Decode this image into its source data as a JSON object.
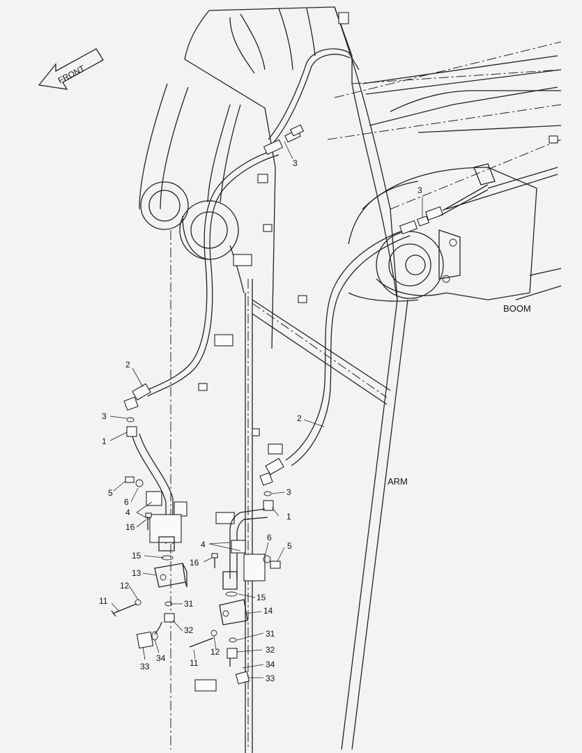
{
  "labels": {
    "front": "FRONT",
    "boom": "BOOM",
    "arm": "ARM"
  },
  "callouts": {
    "c2_left": "2",
    "c3_left": "3",
    "c1_left": "1",
    "c5_left": "5",
    "c6_left": "6",
    "c4_left": "4",
    "c16_left": "16",
    "c15_left": "15",
    "c13": "13",
    "c12_left": "12",
    "c11_left": "11",
    "c31_left": "31",
    "c32_left": "32",
    "c34_left": "34",
    "c33_left": "33",
    "c3_top": "3",
    "c3_top_right": "3",
    "c2_right": "2",
    "c3_right": "3",
    "c1_right": "1",
    "c6_right": "6",
    "c5_right": "5",
    "c4_right": "4",
    "c16_right": "16",
    "c15_right": "15",
    "c14": "14",
    "c31_right": "31",
    "c12_right": "12",
    "c32_right": "32",
    "c11_right": "11",
    "c34_right": "34",
    "c33_right": "33"
  }
}
